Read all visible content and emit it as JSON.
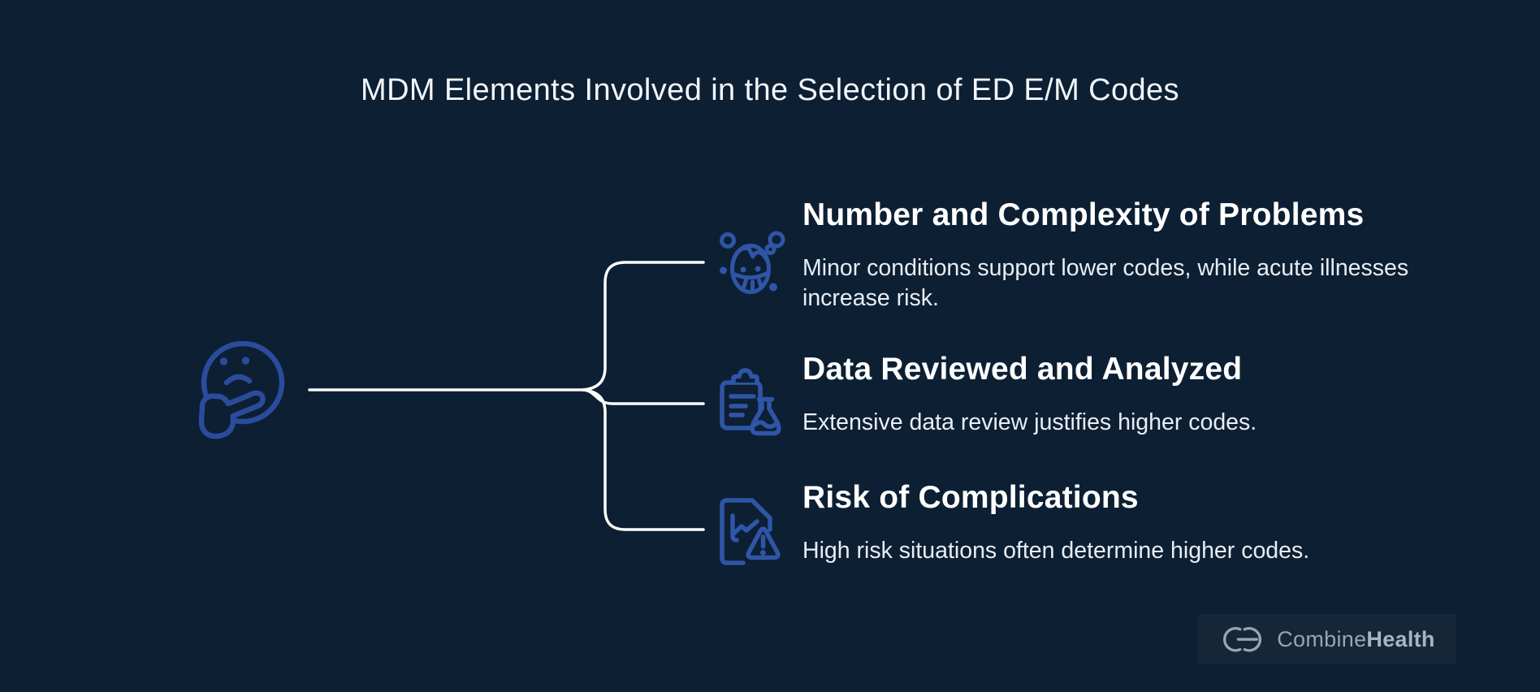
{
  "page": {
    "title": "MDM Elements Involved in the Selection of ED E/M Codes"
  },
  "mindmap": {
    "root_icon": "thinking-face-icon",
    "branches": [
      {
        "icon": "sick-person-icon",
        "heading": "Number and Complexity of Problems",
        "description": "Minor conditions support lower codes, while acute illnesses increase risk."
      },
      {
        "icon": "clipboard-lab-flask-icon",
        "heading": "Data Reviewed and Analyzed",
        "description": "Extensive data review justifies higher codes."
      },
      {
        "icon": "document-risk-warning-icon",
        "heading": "Risk of Complications",
        "description": "High risk situations often determine higher codes."
      }
    ]
  },
  "footer": {
    "logo_icon": "combinehealth-monogram-icon",
    "brand_regular": "Combine",
    "brand_bold": "Health"
  },
  "colors": {
    "background": "#0D1F33",
    "title_text": "#F2F5F9",
    "heading_text": "#FFFFFF",
    "body_text": "#E8EDF4",
    "connector_line": "#FFFFFF",
    "root_icon_blue": "#2B4C9C",
    "branch_icon_blue": "#2F55A6",
    "logo_panel": "#152639",
    "logo_text": "#9AA4B4"
  }
}
